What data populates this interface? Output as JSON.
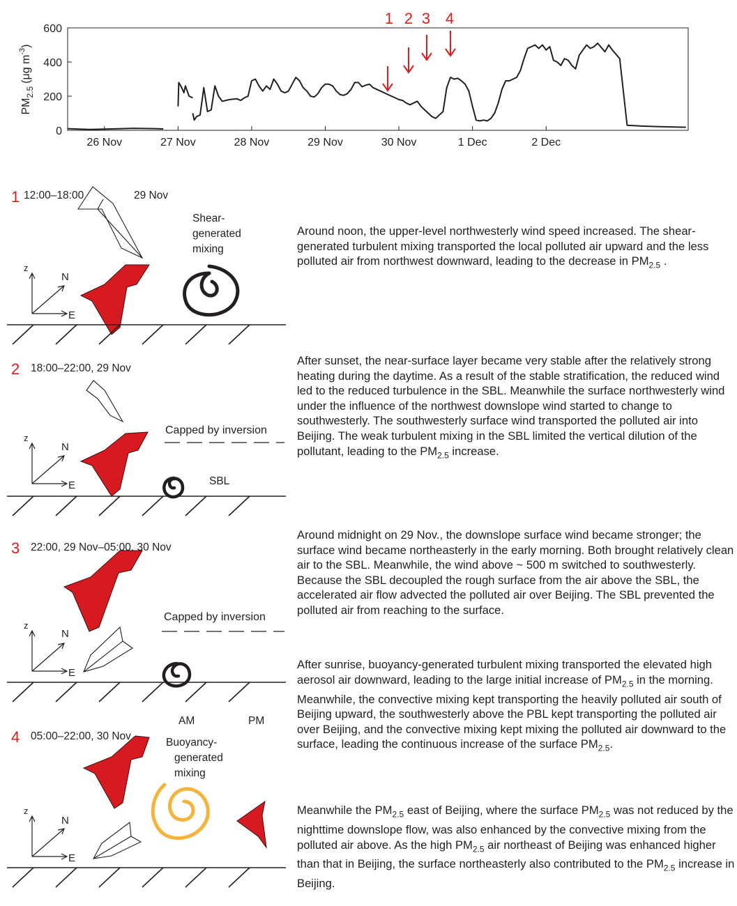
{
  "chart_data": {
    "type": "line",
    "ylabel": "PM 2.5 (μg m-3)",
    "ylabel_main": "PM",
    "ylabel_sub": "2.5",
    "ylabel_unit": "(μg m",
    "ylabel_exp": "-3",
    "ylabel_close": ")",
    "ylim": [
      0,
      600
    ],
    "yticks": [
      "0",
      "200",
      "400",
      "600"
    ],
    "xticks": [
      "26 Nov",
      "27 Nov",
      "28 Nov",
      "29 Nov",
      "30 Nov",
      "1 Dec",
      "2 Dec"
    ],
    "x_unit": "days since 26 Nov 00:00",
    "series": [
      {
        "x": [
          0.0,
          0.3,
          0.6,
          0.9,
          1.2,
          1.3
        ],
        "y": [
          10,
          5,
          8,
          12,
          10,
          8
        ]
      },
      {
        "x": [
          1.5,
          1.51,
          1.55,
          1.58,
          1.6,
          1.65,
          1.7
        ],
        "y": [
          140,
          280,
          250,
          220,
          260,
          200,
          190
        ]
      },
      {
        "x": [
          1.7,
          1.72,
          1.75,
          1.8,
          1.85,
          1.9,
          1.95,
          2.0,
          2.05,
          2.1,
          2.2,
          2.3,
          2.35,
          2.4,
          2.45,
          2.5,
          2.55,
          2.6,
          2.65,
          2.7,
          2.75,
          2.8,
          2.85,
          2.9,
          2.95,
          3.0,
          3.05,
          3.1,
          3.15,
          3.2,
          3.25,
          3.3,
          3.35,
          3.4,
          3.45,
          3.5,
          3.55,
          3.6,
          3.65,
          3.7,
          3.75,
          3.8,
          3.85,
          3.9,
          3.95,
          4.0,
          4.05,
          4.1,
          4.15,
          4.2,
          4.25,
          4.3,
          4.35,
          4.4,
          4.45,
          4.5,
          4.55,
          4.6,
          4.65,
          4.7,
          4.75,
          4.8,
          4.85,
          4.9,
          4.95,
          5.0,
          5.05,
          5.1,
          5.15,
          5.2,
          5.25,
          5.3,
          5.35,
          5.4,
          5.45,
          5.5,
          5.55,
          5.6,
          5.65,
          5.7,
          5.75,
          5.8,
          5.85,
          5.9,
          5.95,
          6.0,
          6.05,
          6.1,
          6.15,
          6.2,
          6.25,
          6.3,
          6.35,
          6.4,
          6.45,
          6.5,
          6.55,
          6.6,
          6.65,
          6.7,
          6.75,
          6.8,
          6.85,
          6.9,
          6.95,
          7.0,
          7.05,
          7.1,
          7.15,
          7.2,
          7.3,
          7.35,
          7.4,
          7.5,
          7.6,
          7.8,
          8.0,
          8.2,
          8.4
        ],
        "y": [
          100,
          60,
          80,
          90,
          250,
          110,
          120,
          260,
          200,
          170,
          180,
          185,
          175,
          190,
          200,
          290,
          300,
          260,
          230,
          260,
          240,
          300,
          270,
          230,
          220,
          230,
          270,
          310,
          290,
          250,
          230,
          200,
          195,
          215,
          250,
          270,
          270,
          260,
          230,
          210,
          205,
          215,
          240,
          280,
          280,
          255,
          265,
          270,
          250,
          240,
          230,
          220,
          210,
          200,
          190,
          180,
          175,
          160,
          150,
          160,
          170,
          140,
          120,
          100,
          80,
          70,
          90,
          110,
          250,
          310,
          300,
          305,
          290,
          270,
          230,
          140,
          60,
          55,
          60,
          55,
          70,
          100,
          160,
          240,
          290,
          290,
          300,
          310,
          350,
          420,
          480,
          490,
          500,
          480,
          500,
          470,
          490,
          410,
          400,
          380,
          420,
          410,
          380,
          360,
          440,
          470,
          500,
          480,
          490,
          510,
          460,
          500,
          470,
          420,
          30,
          25,
          22,
          20,
          18
        ]
      }
    ]
  },
  "labels": {
    "n1": "1",
    "n2": "2",
    "n3": "3",
    "n4": "4"
  },
  "panels": [
    {
      "number": "1",
      "time": "12:00–18:00",
      "date": "29 Nov"
    },
    {
      "number": "2",
      "time": "18:00–22:00, 29 Nov"
    },
    {
      "number": "3",
      "time": "22:00, 29 Nov–05:00, 30 Nov"
    },
    {
      "number": "4",
      "time": "05:00–22:00, 30 Nov"
    }
  ],
  "diagram": {
    "z": "z",
    "n": "N",
    "e": "E",
    "shear_1": "Shear-",
    "shear_2": "generated",
    "shear_3": "mixing",
    "capped": "Capped by inversion",
    "sbl": "SBL",
    "am": "AM",
    "pm": "PM",
    "buoy_1": "Buoyancy-",
    "buoy_2": "generated",
    "buoy_3": "mixing"
  },
  "texts": {
    "p1": "Around noon, the upper-level northwesterly wind speed increased. The shear-generated turbulent mixing transported the local polluted air upward and the less polluted air from northwest downward, leading to the decrease in PM",
    "p1_sub": "2.5",
    "p1_end": " .",
    "p2": "After sunset,  the near-surface layer became very stable after the relatively strong heating during the daytime. As a result of the stable stratification, the reduced wind led to the reduced turbulence in the SBL.  Meanwhile the surface northwesterly wind under the influence of the northwest downslope wind started to change to southwesterly. The southwesterly surface wind transported the polluted air into Beijing. The weak turbulent mixing in the SBL limited the vertical dilution of the pollutant, leading to the  PM",
    "p2_sub": "2.5",
    "p2_end": " increase.",
    "p3": "Around midnight on 29 Nov., the downslope surface wind became stronger; the surface wind became northeasterly in the early morning. Both brought relatively clean air to the SBL. Meanwhile, the wind above ~ 500 m switched to southwesterly. Because the SBL decoupled the rough surface from the air above the SBL, the accelerated air  flow advected the polluted air over Beijing. The SBL prevented the polluted air from reaching to the surface.",
    "p4": "After sunrise,  buoyancy-generated turbulent  mixing transported the elevated high aerosol air downward, leading to the large initial increase of  PM",
    "p4_sub": "2.5",
    "p4_end": " in the morning. Meanwhile, the convective mixing kept transporting the heavily polluted air south of Beijing upward, the southwesterly above the PBL kept transporting the polluted air over Beijing, and the convective mixing kept mixing the polluted air downward to the surface, leading the continuous increase of the surface PM",
    "p4_sub2": "2.5",
    "p4_end2": ".",
    "p5a": "Meanwhile the  PM",
    "p5a_sub": "2.5",
    "p5b": " east of Beijing, where the surface  PM",
    "p5b_sub": "2.5",
    "p5c": " was not reduced by the nighttime downslope   flow, was also enhanced by the convective mixing from the polluted air above. As the high  PM",
    "p5c_sub": "2.5",
    "p5d": " air northeast of Beijing was enhanced higher than that in Beijing, the surface northeasterly also contributed to the  PM",
    "p5d_sub": "2.5",
    "p5e": " increase in Beijing."
  },
  "colors": {
    "accent_red": "#e21a1c",
    "wind_red": "#d71920",
    "eddy_orange": "#f6b339",
    "ink": "#231f20"
  }
}
